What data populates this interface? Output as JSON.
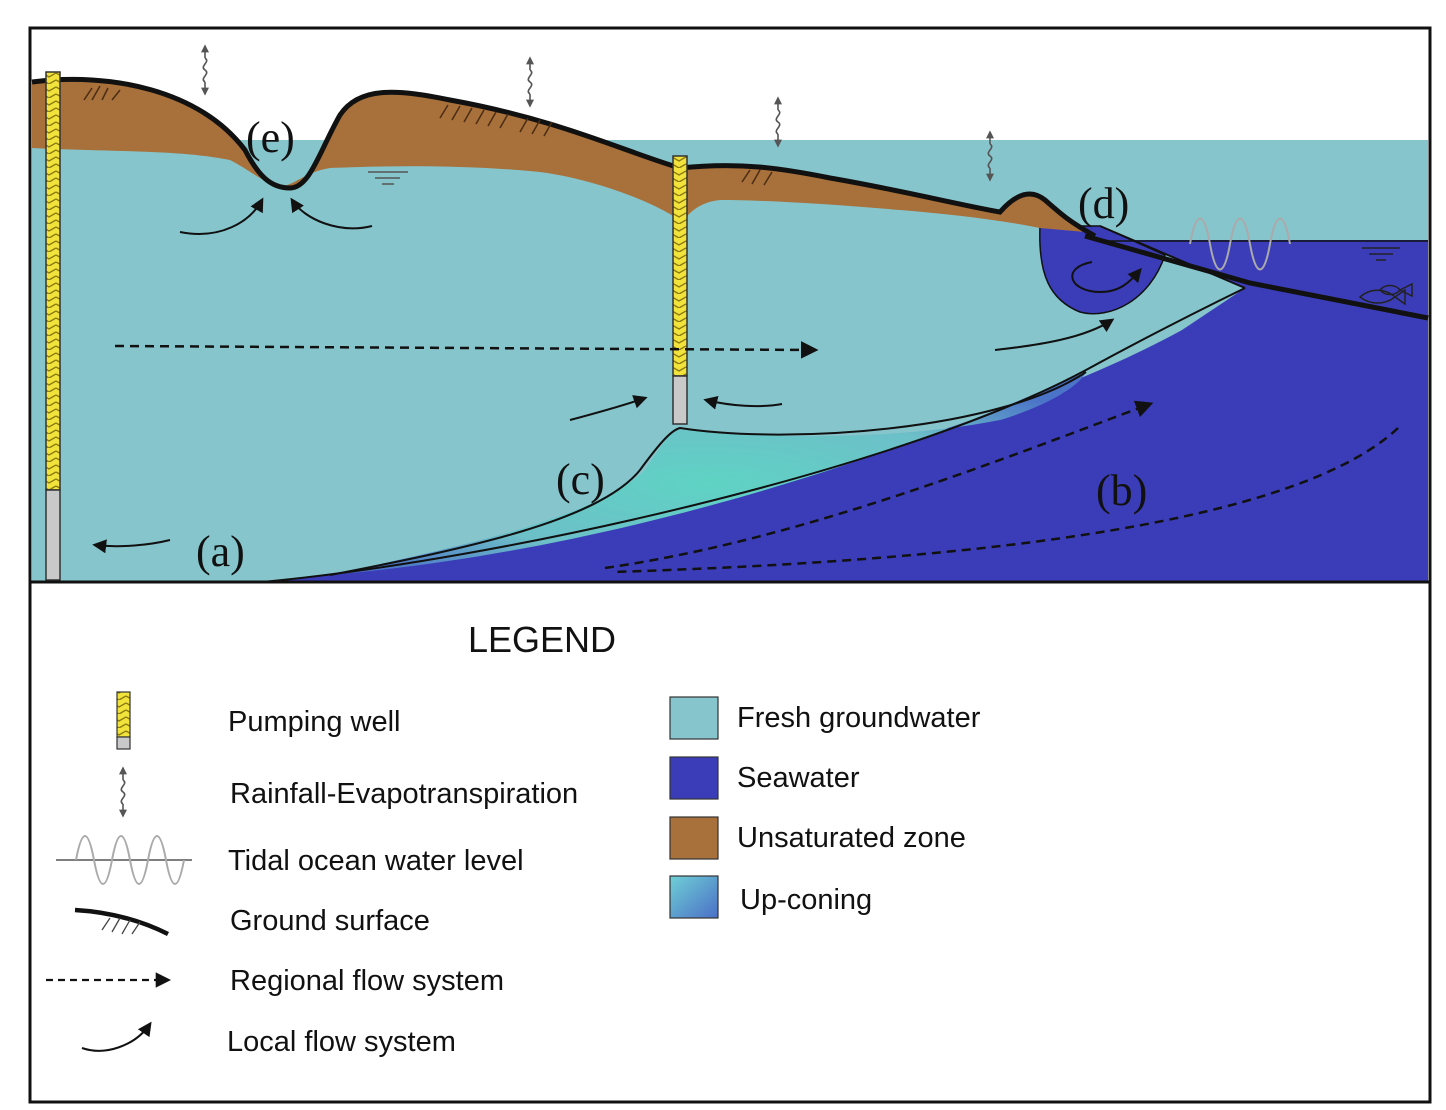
{
  "colors": {
    "fresh_groundwater": "#86C5CC",
    "seawater": "#3B3DB8",
    "unsaturated_zone": "#A8703A",
    "upconing_center": "#5FD3C4",
    "upconing_edge": "#4B74C8",
    "well_yellow": "#F2E33C",
    "well_screen": "#C9C9C9",
    "outline": "#111111"
  },
  "diagram": {
    "labels": {
      "a": "(a)",
      "b": "(b)",
      "c": "(c)",
      "d": "(d)",
      "e": "(e)"
    }
  },
  "legend": {
    "title": "LEGEND",
    "left_items": [
      {
        "icon": "pumping-well-icon",
        "label": "Pumping well"
      },
      {
        "icon": "rainfall-evapotranspiration-icon",
        "label": "Rainfall-Evapotranspiration"
      },
      {
        "icon": "tidal-wave-icon",
        "label": "Tidal ocean water level"
      },
      {
        "icon": "ground-surface-icon",
        "label": "Ground surface"
      },
      {
        "icon": "dashed-arrow-icon",
        "label": "Regional flow system"
      },
      {
        "icon": "curved-arrow-icon",
        "label": "Local flow system"
      }
    ],
    "right_items": [
      {
        "swatch": "fresh_groundwater",
        "label": "Fresh groundwater"
      },
      {
        "swatch": "seawater",
        "label": "Seawater"
      },
      {
        "swatch": "unsaturated_zone",
        "label": "Unsaturated zone"
      },
      {
        "swatch": "upconing",
        "label": "Up-coning"
      }
    ]
  }
}
